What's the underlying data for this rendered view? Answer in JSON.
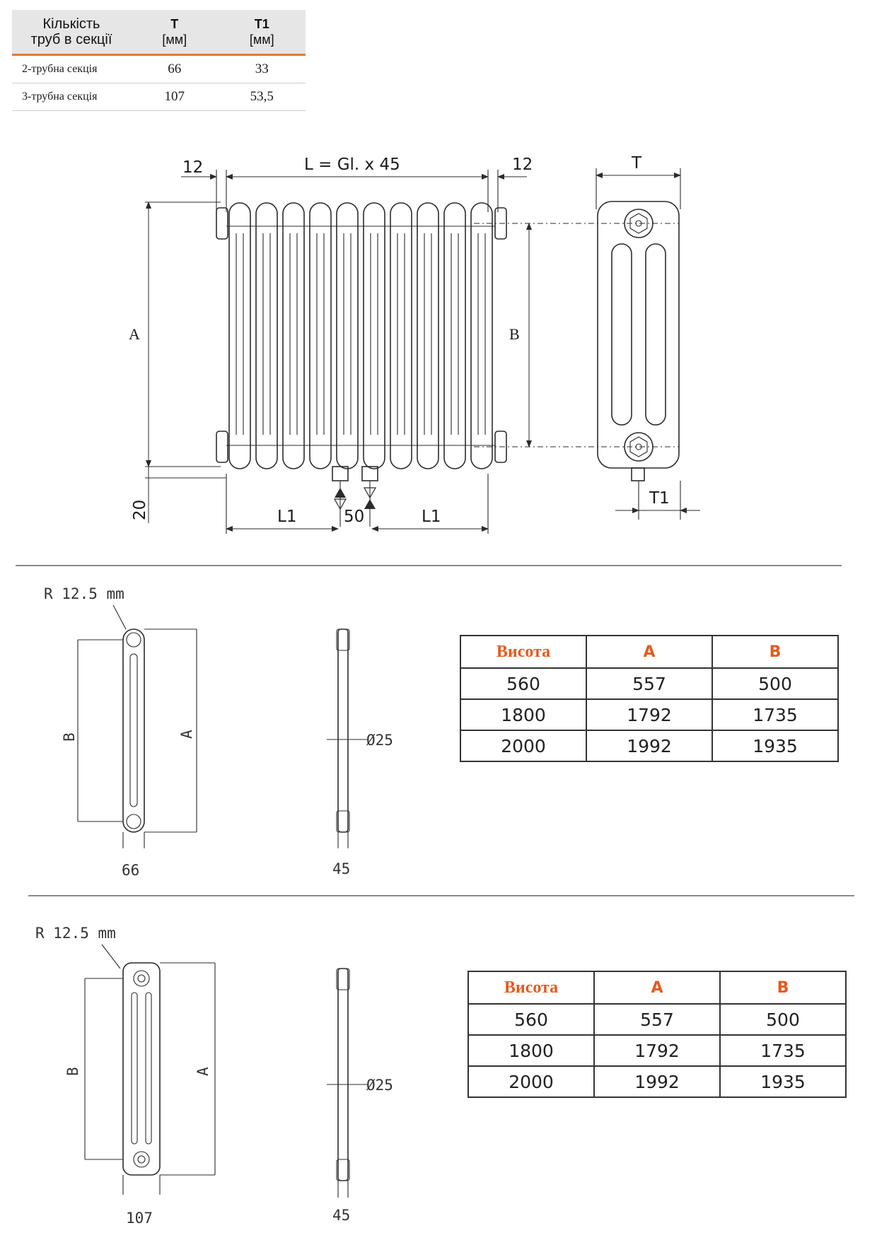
{
  "spec_table": {
    "headers": [
      {
        "line1": "Кількість",
        "line2": "труб в секції"
      },
      {
        "line1": "T",
        "line2": "[мм]"
      },
      {
        "line1": "T1",
        "line2": "[мм]"
      }
    ],
    "rows": [
      {
        "sections": "2-трубна секція",
        "t": "66",
        "t1": "33"
      },
      {
        "sections": "3-трубна секція",
        "t": "107",
        "t1": "53,5"
      }
    ]
  },
  "front_view": {
    "dim_left": "12",
    "dim_length": "L = Gl. x 45",
    "dim_right": "12",
    "label_a": "A",
    "label_b": "B",
    "dim_20": "20",
    "dim_l1_left": "L1",
    "dim_50": "50",
    "dim_l1_right": "L1",
    "label_t": "T",
    "label_t1": "T1"
  },
  "section_2pipe": {
    "radius_label": "R  12.5  mm",
    "label_b": "B",
    "label_a": "A",
    "width_label": "66",
    "diameter_label": "Ø25",
    "depth_label": "45"
  },
  "section_3pipe": {
    "radius_label": "R  12.5  mm",
    "label_b": "B",
    "label_a": "A",
    "width_label": "107",
    "diameter_label": "Ø25",
    "depth_label": "45"
  },
  "height_table_1": {
    "headers": [
      "Висота",
      "A",
      "B"
    ],
    "rows": [
      [
        "560",
        "557",
        "500"
      ],
      [
        "1800",
        "1792",
        "1735"
      ],
      [
        "2000",
        "1992",
        "1935"
      ]
    ]
  },
  "height_table_2": {
    "headers": [
      "Висота",
      "A",
      "B"
    ],
    "rows": [
      [
        "560",
        "557",
        "500"
      ],
      [
        "1800",
        "1792",
        "1735"
      ],
      [
        "2000",
        "1992",
        "1935"
      ]
    ]
  },
  "colors": {
    "accent_orange": "#e07b39",
    "header_orange": "#e45b1e"
  }
}
